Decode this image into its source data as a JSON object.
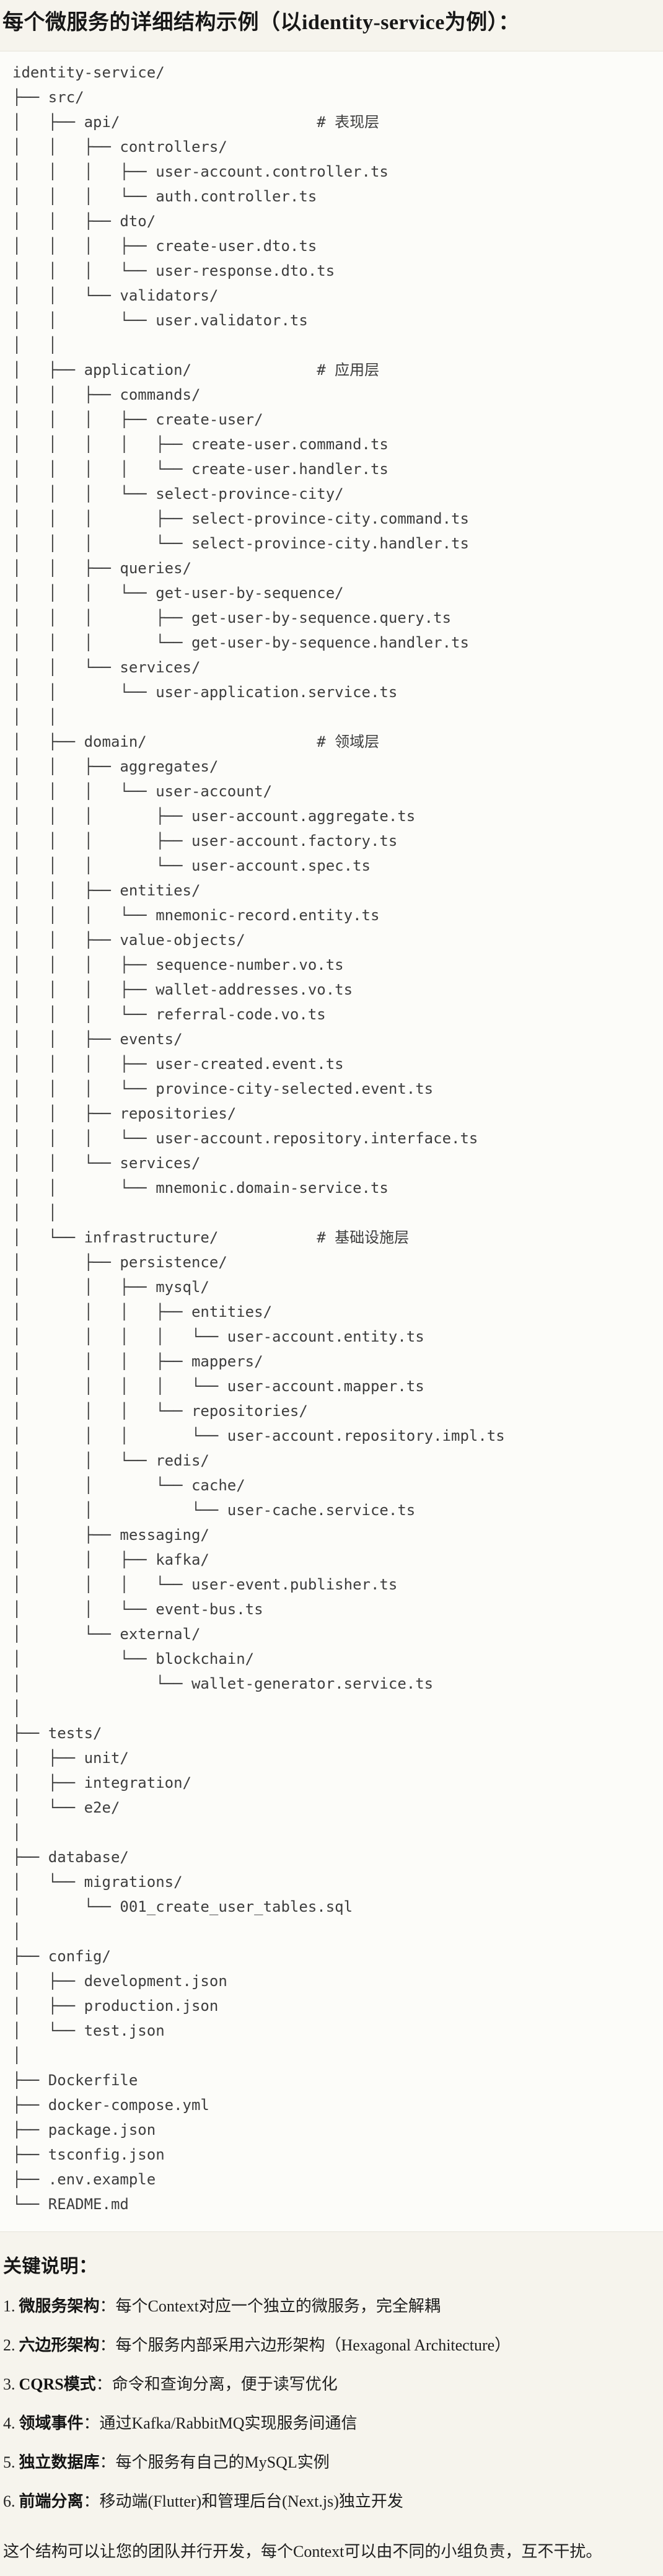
{
  "header": {
    "title": "每个微服务的详细结构示例（以identity-service为例）："
  },
  "code": {
    "language": "plaintext-file-tree",
    "root": "identity-service/",
    "layer_comments": [
      "# 表现层",
      "# 应用层",
      "# 领域层",
      "# 基础设施层"
    ],
    "file_tree": "identity-service/\n├── src/\n│   ├── api/                      # 表现层\n│   │   ├── controllers/\n│   │   │   ├── user-account.controller.ts\n│   │   │   └── auth.controller.ts\n│   │   ├── dto/\n│   │   │   ├── create-user.dto.ts\n│   │   │   └── user-response.dto.ts\n│   │   └── validators/\n│   │       └── user.validator.ts\n│   │\n│   ├── application/              # 应用层\n│   │   ├── commands/\n│   │   │   ├── create-user/\n│   │   │   │   ├── create-user.command.ts\n│   │   │   │   └── create-user.handler.ts\n│   │   │   └── select-province-city/\n│   │   │       ├── select-province-city.command.ts\n│   │   │       └── select-province-city.handler.ts\n│   │   ├── queries/\n│   │   │   └── get-user-by-sequence/\n│   │   │       ├── get-user-by-sequence.query.ts\n│   │   │       └── get-user-by-sequence.handler.ts\n│   │   └── services/\n│   │       └── user-application.service.ts\n│   │\n│   ├── domain/                   # 领域层\n│   │   ├── aggregates/\n│   │   │   └── user-account/\n│   │   │       ├── user-account.aggregate.ts\n│   │   │       ├── user-account.factory.ts\n│   │   │       └── user-account.spec.ts\n│   │   ├── entities/\n│   │   │   └── mnemonic-record.entity.ts\n│   │   ├── value-objects/\n│   │   │   ├── sequence-number.vo.ts\n│   │   │   ├── wallet-addresses.vo.ts\n│   │   │   └── referral-code.vo.ts\n│   │   ├── events/\n│   │   │   ├── user-created.event.ts\n│   │   │   └── province-city-selected.event.ts\n│   │   ├── repositories/\n│   │   │   └── user-account.repository.interface.ts\n│   │   └── services/\n│   │       └── mnemonic.domain-service.ts\n│   │\n│   └── infrastructure/           # 基础设施层\n│       ├── persistence/\n│       │   ├── mysql/\n│       │   │   ├── entities/\n│       │   │   │   └── user-account.entity.ts\n│       │   │   ├── mappers/\n│       │   │   │   └── user-account.mapper.ts\n│       │   │   └── repositories/\n│       │   │       └── user-account.repository.impl.ts\n│       │   └── redis/\n│       │       └── cache/\n│       │           └── user-cache.service.ts\n│       ├── messaging/\n│       │   ├── kafka/\n│       │   │   └── user-event.publisher.ts\n│       │   └── event-bus.ts\n│       └── external/\n│           └── blockchain/\n│               └── wallet-generator.service.ts\n│\n├── tests/\n│   ├── unit/\n│   ├── integration/\n│   └── e2e/\n│\n├── database/\n│   └── migrations/\n│       └── 001_create_user_tables.sql\n│\n├── config/\n│   ├── development.json\n│   ├── production.json\n│   └── test.json\n│\n├── Dockerfile\n├── docker-compose.yml\n├── package.json\n├── tsconfig.json\n├── .env.example\n└── README.md"
  },
  "notes": {
    "heading": "关键说明：",
    "items": [
      {
        "num": "1.",
        "term": "微服务架构",
        "sep": "：",
        "desc": "每个Context对应一个独立的微服务，完全解耦"
      },
      {
        "num": "2.",
        "term": "六边形架构",
        "sep": "：",
        "desc": "每个服务内部采用六边形架构（Hexagonal Architecture）"
      },
      {
        "num": "3.",
        "term": "CQRS模式",
        "sep": "：",
        "desc": "命令和查询分离，便于读写优化"
      },
      {
        "num": "4.",
        "term": "领域事件",
        "sep": "：",
        "desc": "通过Kafka/RabbitMQ实现服务间通信"
      },
      {
        "num": "5.",
        "term": "独立数据库",
        "sep": "：",
        "desc": "每个服务有自己的MySQL实例"
      },
      {
        "num": "6.",
        "term": "前端分离",
        "sep": "：",
        "desc": "移动端(Flutter)和管理后台(Next.js)独立开发"
      }
    ],
    "footer": "这个结构可以让您的团队并行开发，每个Context可以由不同的小组负责，互不干扰。"
  }
}
